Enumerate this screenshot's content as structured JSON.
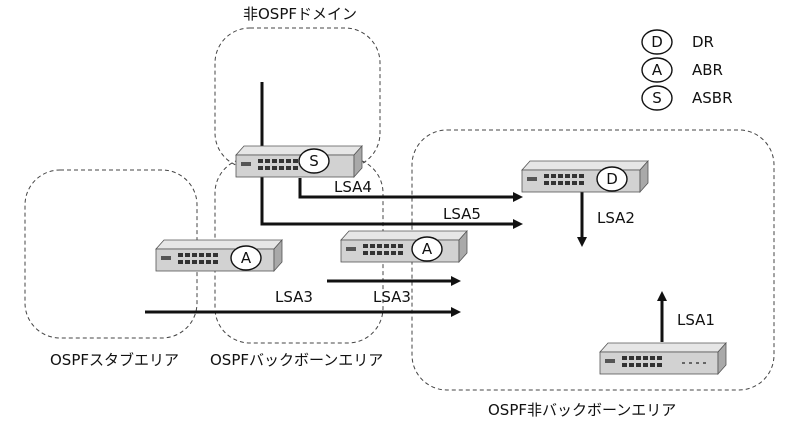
{
  "areas": {
    "non_ospf_domain": "非OSPFドメイン",
    "stub_area": "OSPFスタブエリア",
    "backbone_area": "OSPFバックボーンエリア",
    "non_backbone_area": "OSPF非バックボーンエリア"
  },
  "legend": [
    {
      "badge": "D",
      "label": "DR"
    },
    {
      "badge": "A",
      "label": "ABR"
    },
    {
      "badge": "S",
      "label": "ASBR"
    }
  ],
  "routers": {
    "asbr": "S",
    "abr_stub": "A",
    "abr_nonbackbone": "A",
    "dr": "D"
  },
  "lsa_labels": {
    "lsa1": "LSA1",
    "lsa2": "LSA2",
    "lsa3_left": "LSA3",
    "lsa3_right": "LSA3",
    "lsa4": "LSA4",
    "lsa5": "LSA5"
  }
}
